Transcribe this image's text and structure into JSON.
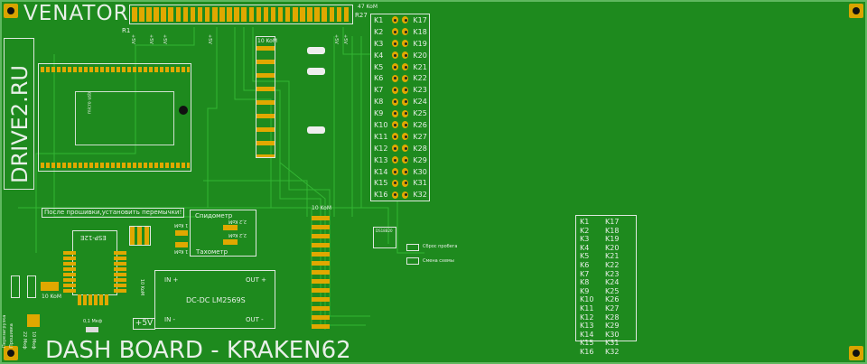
{
  "title_top": "VENATOR",
  "title_side": "DRIVE2.RU",
  "title_bottom": "DASH BOARD - KRAKEN62",
  "resistors": {
    "r1": "R1",
    "r27": "R27",
    "r27_value": "47 KoM",
    "r10k_a": "10 KoM",
    "r10k_b": "10 KoM",
    "r10k_c": "10 KoM",
    "r10k_d": "10 KoM",
    "r22": "2,2 KoM",
    "r22b": "2,2 KoM",
    "r1k": "1 KoM",
    "r1kb": "1 KoM"
  },
  "plus5v_labels": [
    "+5V",
    "+5V",
    "+5V",
    "+5V",
    "+5V",
    "+5V"
  ],
  "notice": "После прошивки,установить перемычки!",
  "module": {
    "name": "ESP-12E",
    "antenna_label": "micro usb"
  },
  "speedo_label": "Спидометр",
  "tacho_label": "Тахометр",
  "dcdc": {
    "title": "DC-DC LM2569S",
    "in_plus": "IN +",
    "in_minus": "IN -",
    "out_plus": "OUT +",
    "out_minus": "OUT -",
    "supply": "+5V"
  },
  "caps": {
    "c1": "0,1 Мкф",
    "c2": "22 Мкф",
    "c3": "10 Мкф"
  },
  "buttons": {
    "reset": "Перезагрузка",
    "flash": "Прошивка"
  },
  "sensor": {
    "name": "DS18B20",
    "reset_mileage": "Сброс пробега",
    "change_scheme": "Смена схемы"
  },
  "terminals_left": [
    "K1",
    "K2",
    "K3",
    "K4",
    "K5",
    "K6",
    "K7",
    "K8",
    "K9",
    "K10",
    "K11",
    "K12",
    "K13",
    "K14",
    "K15",
    "K16"
  ],
  "terminals_right": [
    "K17",
    "K18",
    "K19",
    "K20",
    "K21",
    "K22",
    "K23",
    "K24",
    "K25",
    "K26",
    "K27",
    "K28",
    "K29",
    "K30",
    "K31",
    "K32"
  ],
  "colors": {
    "board": "#1e8a1e",
    "pad": "#e0a800",
    "silk": "#dfe8df"
  }
}
